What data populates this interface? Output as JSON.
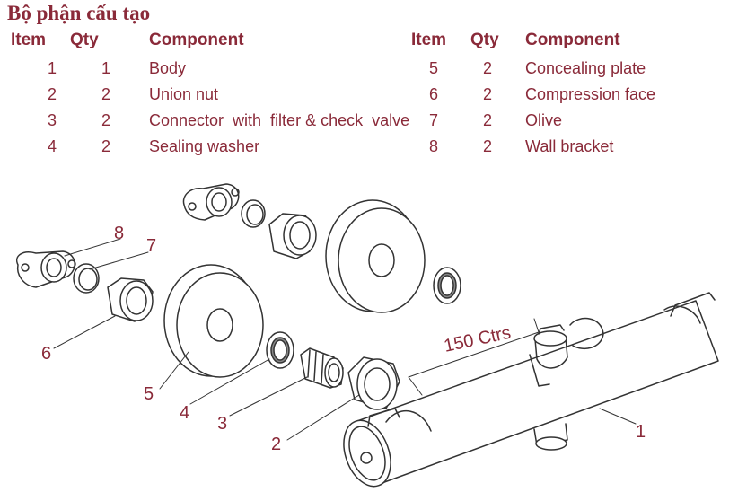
{
  "title": "Bộ phận cấu tạo",
  "headers": {
    "left": {
      "item": "Item",
      "qty": "Qty",
      "component": "Component"
    },
    "right": {
      "item": "Item",
      "qty": "Qty",
      "component": "Component"
    }
  },
  "rows_left": [
    {
      "item": "1",
      "qty": "1",
      "component": "Body"
    },
    {
      "item": "2",
      "qty": "2",
      "component": "Union nut"
    },
    {
      "item": "3",
      "qty": "2",
      "component": "Connector  with  filter & check  valve"
    },
    {
      "item": "4",
      "qty": "2",
      "component": "Sealing washer"
    }
  ],
  "rows_right": [
    {
      "item": "5",
      "qty": "2",
      "component": "Concealing plate"
    },
    {
      "item": "6",
      "qty": "2",
      "component": "Compression face"
    },
    {
      "item": "7",
      "qty": "2",
      "component": "Olive"
    },
    {
      "item": "8",
      "qty": "2",
      "component": "Wall bracket"
    }
  ],
  "callouts": {
    "c1": "1",
    "c2": "2",
    "c3": "3",
    "c4": "4",
    "c5": "5",
    "c6": "6",
    "c7": "7",
    "c8": "8"
  },
  "dimension_label": "150 Ctrs",
  "colors": {
    "accent": "#8a2a39",
    "line": "#333333"
  }
}
